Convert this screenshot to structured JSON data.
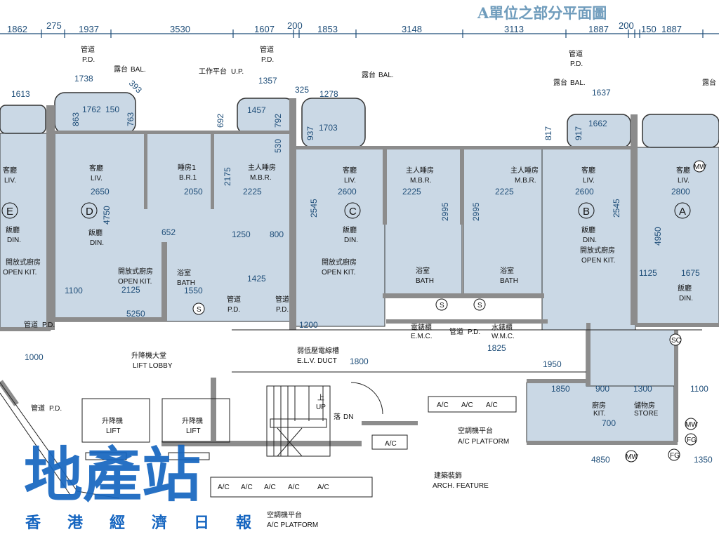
{
  "title": "A單位之部分平面圖",
  "top_dimensions": [
    "1862",
    "275",
    "1937",
    "3530",
    "1607",
    "200",
    "1853",
    "3148",
    "3113",
    "1887",
    "200",
    "150",
    "1887"
  ],
  "units": [
    "E",
    "D",
    "C",
    "B",
    "A"
  ],
  "rooms": [
    {
      "zh": "客廳",
      "en": "LIV."
    },
    {
      "zh": "客廳",
      "en": "LIV."
    },
    {
      "zh": "客廳",
      "en": "LIV."
    },
    {
      "zh": "客廳",
      "en": "LIV."
    },
    {
      "zh": "客廳",
      "en": "LIV."
    },
    {
      "zh": "睡房1",
      "en": "B.R.1"
    },
    {
      "zh": "主人睡房",
      "en": "M.B.R."
    },
    {
      "zh": "主人睡房",
      "en": "M.B.R."
    },
    {
      "zh": "主人睡房",
      "en": "M.B.R."
    },
    {
      "zh": "飯廳",
      "en": "DIN."
    },
    {
      "zh": "飯廳",
      "en": "DIN."
    },
    {
      "zh": "飯廳",
      "en": "DIN."
    },
    {
      "zh": "飯廳",
      "en": "DIN."
    },
    {
      "zh": "飯廳",
      "en": "DIN."
    },
    {
      "zh": "開放式廚房",
      "en": "OPEN KIT."
    },
    {
      "zh": "開放式廚房",
      "en": "OPEN KIT."
    },
    {
      "zh": "開放式廚房",
      "en": "OPEN KIT."
    },
    {
      "zh": "開放式廚房",
      "en": "OPEN KIT."
    },
    {
      "zh": "浴室",
      "en": "BATH"
    },
    {
      "zh": "浴室",
      "en": "BATH"
    },
    {
      "zh": "浴室",
      "en": "BATH"
    },
    {
      "zh": "管道",
      "en": "P.D."
    },
    {
      "zh": "管道",
      "en": "P.D."
    },
    {
      "zh": "管道",
      "en": "P.D."
    },
    {
      "zh": "管道",
      "en": "P.D."
    },
    {
      "zh": "管道",
      "en": "P.D."
    },
    {
      "zh": "管道",
      "en": "P.D."
    },
    {
      "zh": "管道",
      "en": "P.D."
    },
    {
      "zh": "管道",
      "en": "P.D."
    },
    {
      "zh": "電錶櫃",
      "en": "E.M.C."
    },
    {
      "zh": "水錶櫃",
      "en": "W.M.C."
    },
    {
      "zh": "升降機大堂",
      "en": "LIFT LOBBY"
    },
    {
      "zh": "弱低壓電線槽",
      "en": "E.L.V. DUCT"
    },
    {
      "zh": "升降機",
      "en": "LIFT"
    },
    {
      "zh": "升降機",
      "en": "LIFT"
    },
    {
      "zh": "上",
      "en": "UP"
    },
    {
      "zh": "落",
      "en": "DN"
    },
    {
      "zh": "空調機平台",
      "en": "A/C PLATFORM"
    },
    {
      "zh": "空調機平台",
      "en": "A/C PLATFORM"
    },
    {
      "zh": "建築裝飾",
      "en": "ARCH. FEATURE"
    },
    {
      "zh": "廚房",
      "en": "KIT."
    },
    {
      "zh": "儲物房",
      "en": "STORE"
    },
    {
      "zh": "露台",
      "en": "BAL."
    },
    {
      "zh": "露台",
      "en": "BAL."
    },
    {
      "zh": "露台",
      "en": "BAL."
    },
    {
      "zh": "露台",
      "en": "BAL."
    },
    {
      "zh": "工作平台",
      "en": "U.P."
    }
  ],
  "ac_label": "A/C",
  "symbols": {
    "mw": "MW",
    "fg": "FG",
    "sc": "SC",
    "s": "S"
  },
  "inner_dimensions": [
    "1613",
    "1738",
    "1762",
    "150",
    "863",
    "763",
    "393",
    "1357",
    "1457",
    "692",
    "792",
    "325",
    "530",
    "1278",
    "1703",
    "937",
    "1637",
    "1662",
    "817",
    "917",
    "2650",
    "2050",
    "2225",
    "2600",
    "2225",
    "2225",
    "2600",
    "2800",
    "4750",
    "2175",
    "2545",
    "2995",
    "2995",
    "2545",
    "4950",
    "1100",
    "2125",
    "5250",
    "1550",
    "1425",
    "1200",
    "1800",
    "1825",
    "1950",
    "1850",
    "900",
    "1300",
    "700",
    "4850",
    "1350",
    "1000",
    "1125",
    "1675",
    "1100",
    "800",
    "1250",
    "652"
  ],
  "watermark": {
    "logo": "地產站",
    "sub": "香港經濟日報"
  }
}
